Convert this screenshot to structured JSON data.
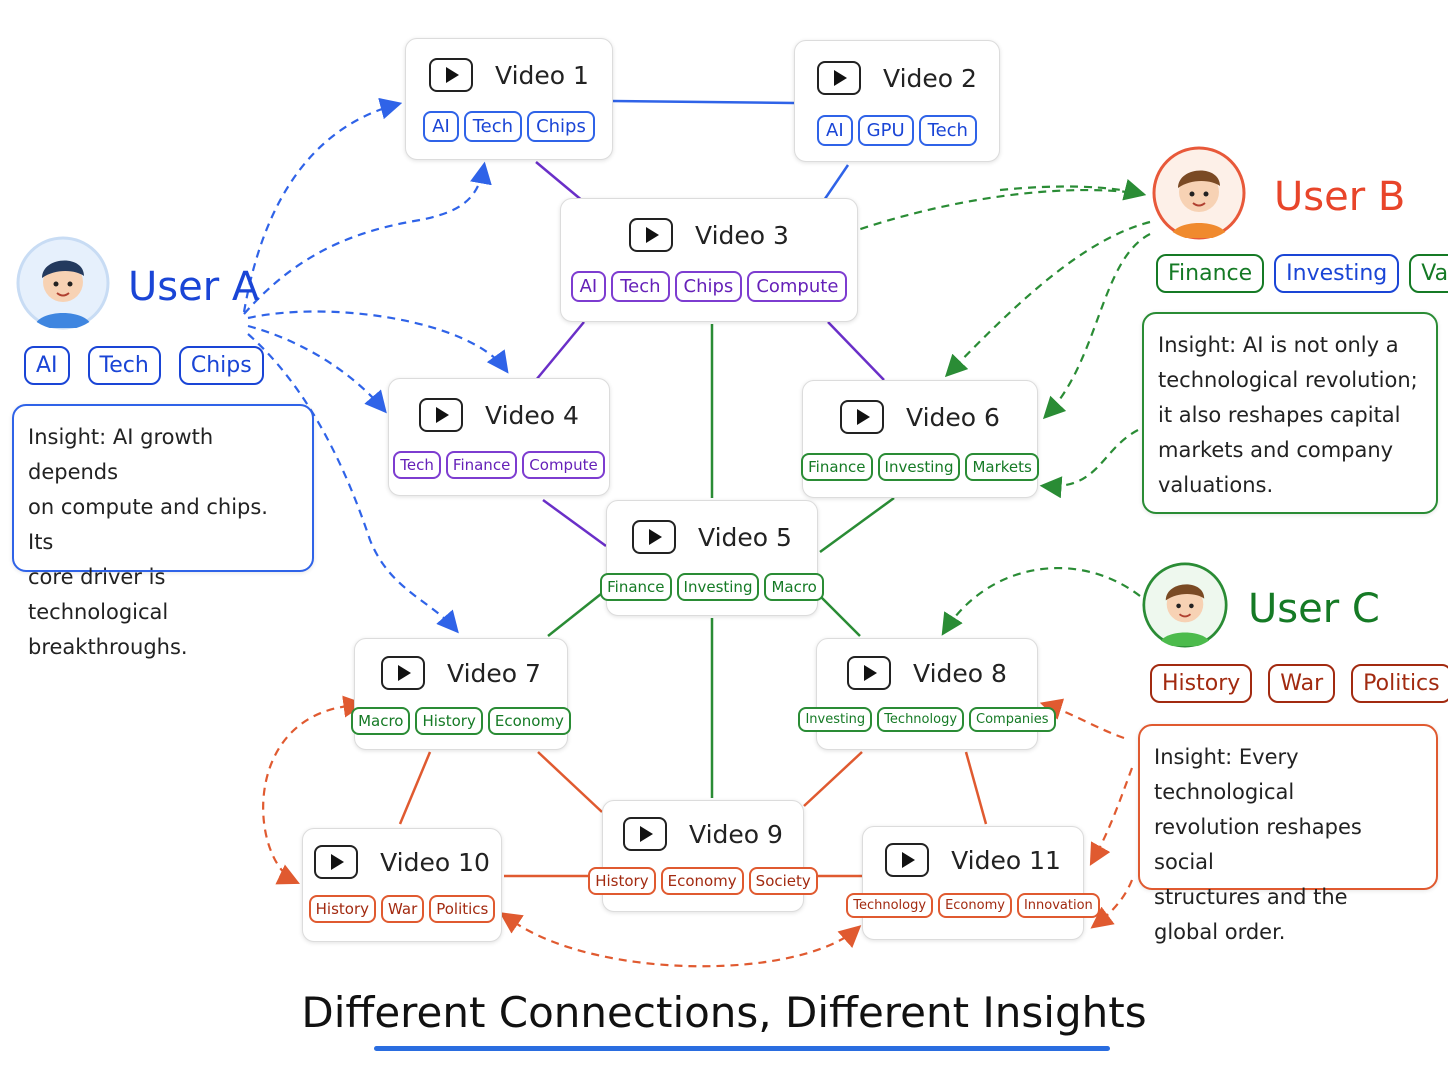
{
  "videos": [
    {
      "title": "Video 1",
      "tags": [
        "AI",
        "Tech",
        "Chips"
      ]
    },
    {
      "title": "Video 2",
      "tags": [
        "AI",
        "GPU",
        "Tech"
      ]
    },
    {
      "title": "Video 3",
      "tags": [
        "AI",
        "Tech",
        "Chips",
        "Compute"
      ]
    },
    {
      "title": "Video 4",
      "tags": [
        "Tech",
        "Finance",
        "Compute"
      ]
    },
    {
      "title": "Video 5",
      "tags": [
        "Finance",
        "Investing",
        "Macro"
      ]
    },
    {
      "title": "Video 6",
      "tags": [
        "Finance",
        "Investing",
        "Markets"
      ]
    },
    {
      "title": "Video 7",
      "tags": [
        "Macro",
        "History",
        "Economy"
      ]
    },
    {
      "title": "Video 8",
      "tags": [
        "Investing",
        "Technology",
        "Companies"
      ]
    },
    {
      "title": "Video 9",
      "tags": [
        "History",
        "Economy",
        "Society"
      ]
    },
    {
      "title": "Video 10",
      "tags": [
        "History",
        "War",
        "Politics"
      ]
    },
    {
      "title": "Video 11",
      "tags": [
        "Technology",
        "Economy",
        "Innovation"
      ]
    }
  ],
  "users": {
    "a": {
      "name": "User A",
      "tags": [
        "AI",
        "Tech",
        "Chips"
      ],
      "insight": [
        "Insight: AI growth depends",
        "on compute and chips. Its",
        "core driver is technological",
        "breakthroughs."
      ]
    },
    "b": {
      "name": "User B",
      "tags": [
        "Finance",
        "Investing",
        "Value"
      ],
      "insight": [
        "Insight: AI is not only a",
        "technological revolution;",
        "it also reshapes capital",
        "markets and company",
        "valuations."
      ]
    },
    "c": {
      "name": "User C",
      "tags": [
        "History",
        "War",
        "Politics"
      ],
      "insight": [
        "Insight: Every technological",
        "revolution reshapes social",
        "structures and the",
        "global order."
      ]
    }
  },
  "caption": "Different Connections, Different Insights",
  "colors": {
    "blue": "#2f63e8",
    "purple": "#7d3cd0",
    "green": "#2a8c35",
    "red": "#e05a30"
  }
}
